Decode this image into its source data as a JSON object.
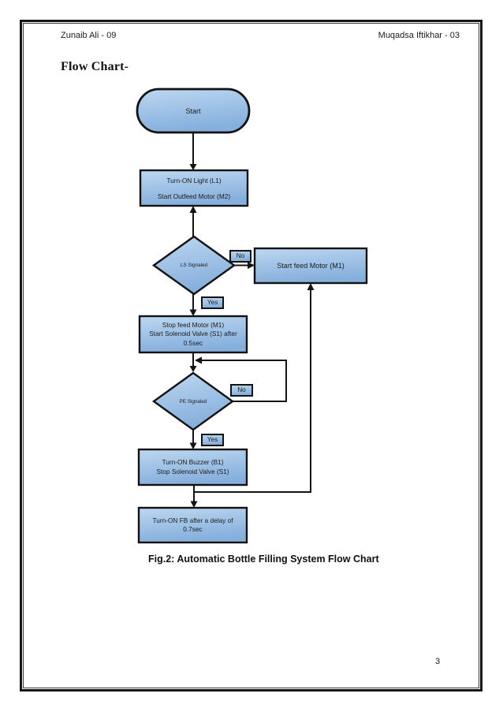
{
  "document": {
    "header": {
      "left": "Zunaib Ali - 09",
      "right": "Muqadsa Iftikhar - 03"
    },
    "section_title": "Flow Chart-",
    "caption": "Fig.2: Automatic Bottle Filling System Flow Chart",
    "page_number": "3"
  },
  "colors": {
    "page_background": "#ffffff",
    "shape_fill_top": "#bdd7f1",
    "shape_fill_bottom": "#85afdc",
    "shape_border": "#121212",
    "connector": "#141414",
    "text": "#1b1b1b"
  },
  "flowchart": {
    "nodes": {
      "start": {
        "label": "Start"
      },
      "step1": {
        "line1": "Turn-ON Light (L1)",
        "line2": "Start Outfeed Motor (M2)"
      },
      "decision1": {
        "label": "LS Signaled"
      },
      "feed_motor": {
        "label": "Start feed Motor (M1)"
      },
      "step2": {
        "line1": "Stop feed Motor (M1)",
        "line2": "Start Solenoid Valve (S1) after",
        "line3": "0.5sec"
      },
      "decision2": {
        "label": "PE Signaled"
      },
      "step3": {
        "line1": "Turn-ON Buzzer (B1)",
        "line2": "Stop Solenoid Valve (S1)"
      },
      "step4": {
        "line1": "Turn-ON FB after a delay of",
        "line2": "0.7sec"
      }
    },
    "branch_labels": {
      "decision1_no": "No",
      "decision1_yes": "Yes",
      "decision2_no": "No",
      "decision2_yes": "Yes"
    }
  }
}
